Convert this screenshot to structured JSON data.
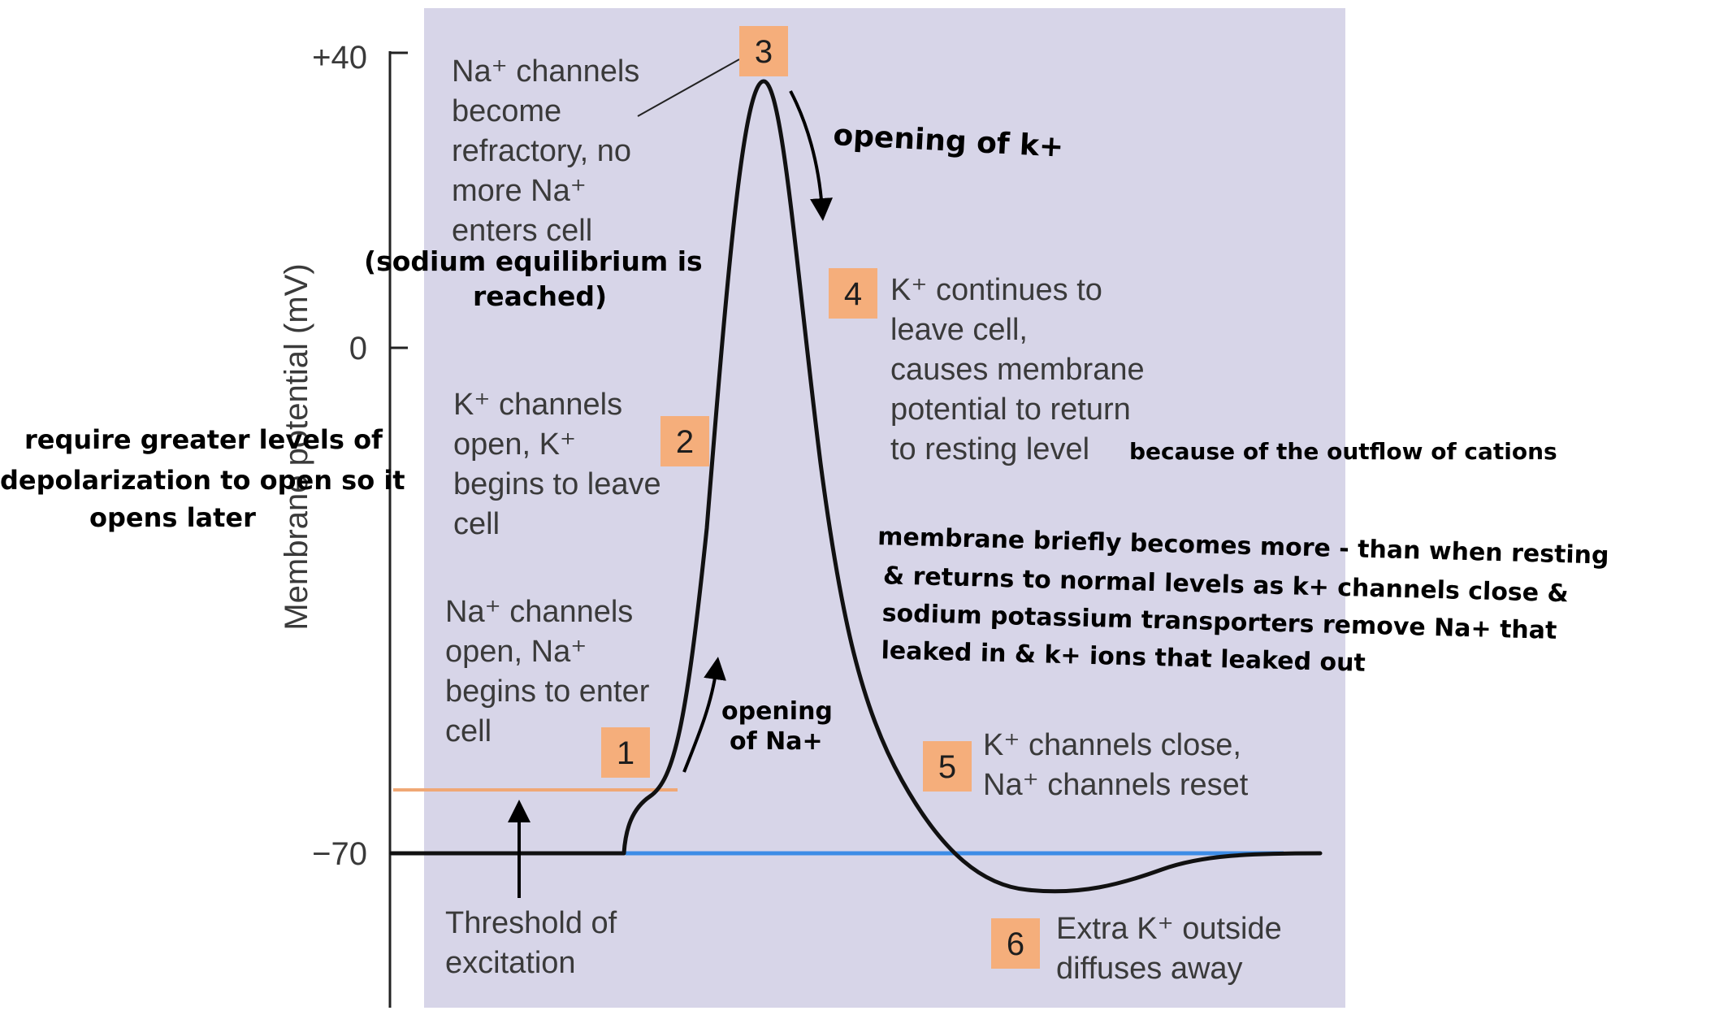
{
  "colors": {
    "panel": "#d7d5e8",
    "step_box": "#f5ae7b",
    "threshold_line": "#f0a875",
    "resting_line": "#3c8ce6",
    "curve": "#111111",
    "text": "#3a3a3a",
    "handwriting": "#000000"
  },
  "axis": {
    "ylabel": "Membrane potential (mV)",
    "ticks": [
      "+40",
      "0",
      "−70"
    ]
  },
  "steps": [
    {
      "num": "1",
      "lines": [
        "Na⁺ channels",
        "open, Na⁺",
        "begins to enter",
        "cell"
      ]
    },
    {
      "num": "2",
      "lines": [
        "K⁺ channels",
        "open, K⁺",
        "begins to leave",
        "cell"
      ]
    },
    {
      "num": "3",
      "lines": [
        "Na⁺ channels",
        "become",
        "refractory, no",
        "more Na⁺",
        "enters cell"
      ]
    },
    {
      "num": "4",
      "lines": [
        "K⁺ continues to",
        "leave cell,",
        "causes membrane",
        "potential to return",
        "to resting level"
      ]
    },
    {
      "num": "5",
      "lines": [
        "K⁺ channels close,",
        "Na⁺ channels reset"
      ]
    },
    {
      "num": "6",
      "lines": [
        "Extra K⁺ outside",
        "diffuses away"
      ]
    }
  ],
  "threshold_label": [
    "Threshold of",
    "excitation"
  ],
  "handwritten": {
    "opening_k": "opening of k+",
    "sodium_eq": [
      "(sodium equilibrium is",
      "reached)"
    ],
    "require": [
      "require greater levels of",
      "depolarization to open so it",
      "opens later"
    ],
    "because": "because of the outflow of cations",
    "membrane": [
      "membrane briefly becomes more - than when resting",
      "& returns to normal levels as k+ channels close &",
      "sodium potassium transporters remove Na+ that",
      "leaked in & k+ ions that leaked out"
    ],
    "opening_na": [
      "opening",
      "of Na+"
    ]
  }
}
